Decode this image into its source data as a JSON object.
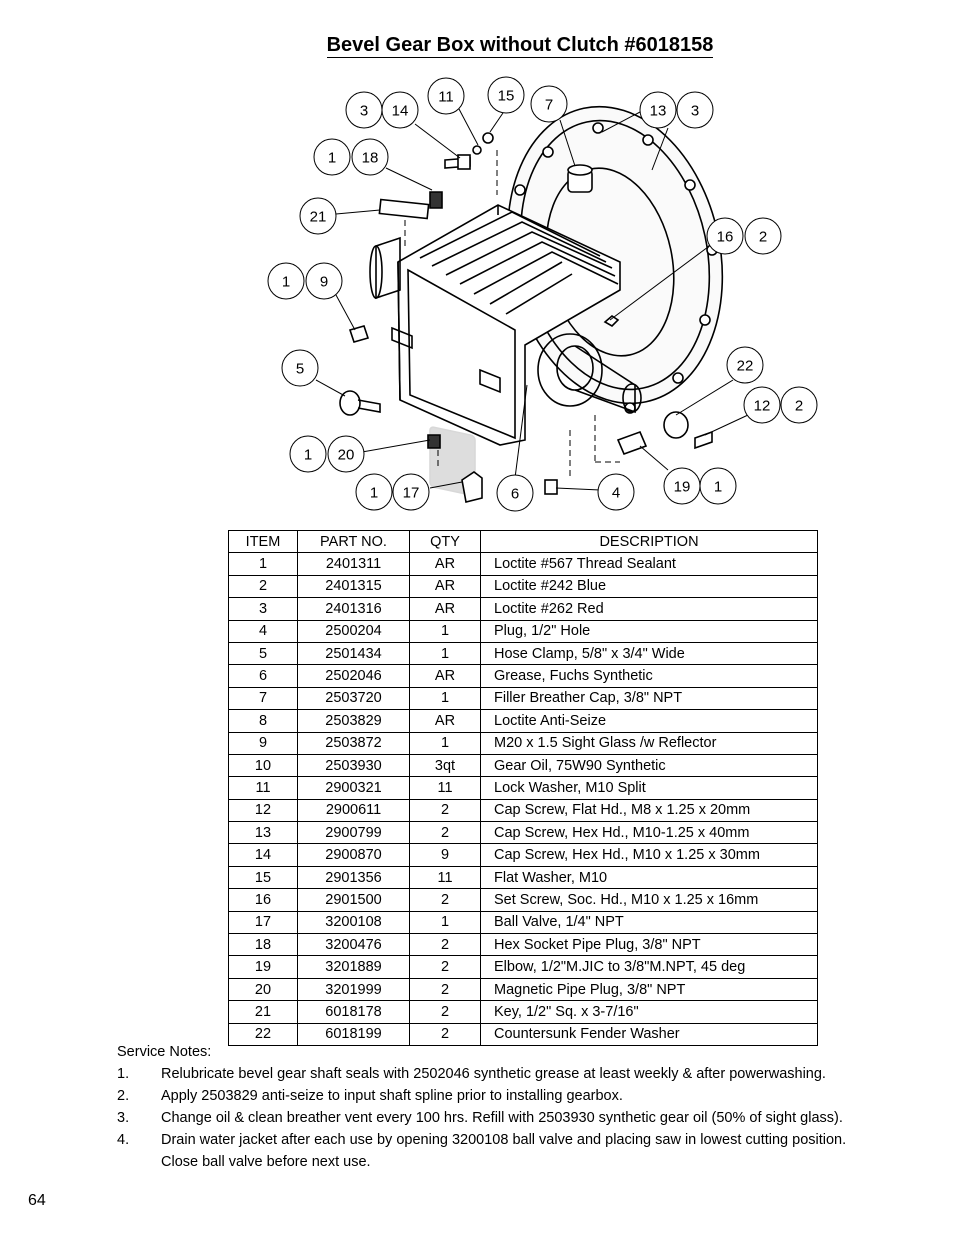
{
  "title": "Bevel Gear Box without Clutch #6018158",
  "callouts": [
    "3",
    "14",
    "11",
    "15",
    "7",
    "13",
    "3",
    "1",
    "18",
    "21",
    "16",
    "2",
    "1",
    "9",
    "5",
    "22",
    "12",
    "2",
    "1",
    "20",
    "1",
    "17",
    "6",
    "4",
    "19",
    "1"
  ],
  "table": {
    "headers": [
      "ITEM",
      "PART NO.",
      "QTY",
      "DESCRIPTION"
    ],
    "rows": [
      [
        "1",
        "2401311",
        "AR",
        "Loctite #567 Thread Sealant"
      ],
      [
        "2",
        "2401315",
        "AR",
        "Loctite #242 Blue"
      ],
      [
        "3",
        "2401316",
        "AR",
        "Loctite #262 Red"
      ],
      [
        "4",
        "2500204",
        "1",
        "Plug, 1/2\" Hole"
      ],
      [
        "5",
        "2501434",
        "1",
        "Hose Clamp, 5/8\" x 3/4\" Wide"
      ],
      [
        "6",
        "2502046",
        "AR",
        "Grease, Fuchs Synthetic"
      ],
      [
        "7",
        "2503720",
        "1",
        "Filler Breather Cap, 3/8\" NPT"
      ],
      [
        "8",
        "2503829",
        "AR",
        "Loctite Anti-Seize"
      ],
      [
        "9",
        "2503872",
        "1",
        "M20 x 1.5 Sight Glass /w Reflector"
      ],
      [
        "10",
        "2503930",
        "3qt",
        "Gear Oil, 75W90 Synthetic"
      ],
      [
        "11",
        "2900321",
        "11",
        "Lock Washer, M10 Split"
      ],
      [
        "12",
        "2900611",
        "2",
        "Cap Screw, Flat Hd., M8 x 1.25 x 20mm"
      ],
      [
        "13",
        "2900799",
        "2",
        "Cap Screw, Hex Hd., M10-1.25 x 40mm"
      ],
      [
        "14",
        "2900870",
        "9",
        "Cap Screw, Hex Hd., M10 x 1.25 x 30mm"
      ],
      [
        "15",
        "2901356",
        "11",
        "Flat Washer, M10"
      ],
      [
        "16",
        "2901500",
        "2",
        "Set Screw, Soc. Hd., M10 x 1.25 x 16mm"
      ],
      [
        "17",
        "3200108",
        "1",
        "Ball Valve, 1/4\" NPT"
      ],
      [
        "18",
        "3200476",
        "2",
        "Hex Socket Pipe Plug, 3/8\" NPT"
      ],
      [
        "19",
        "3201889",
        "2",
        "Elbow, 1/2\"M.JIC to 3/8\"M.NPT, 45 deg"
      ],
      [
        "20",
        "3201999",
        "2",
        "Magnetic Pipe Plug, 3/8\" NPT"
      ],
      [
        "21",
        "6018178",
        "2",
        "Key, 1/2\" Sq. x 3-7/16\""
      ],
      [
        "22",
        "6018199",
        "2",
        "Countersunk Fender Washer"
      ]
    ]
  },
  "notes": {
    "heading": "Service Notes:",
    "items": [
      {
        "num": "1.",
        "text": "Relubricate bevel gear shaft seals with 2502046 synthetic grease at least weekly & after powerwashing."
      },
      {
        "num": "2.",
        "text": "Apply 2503829 anti-seize to input shaft spline prior to installing gearbox."
      },
      {
        "num": "3.",
        "text": "Change oil & clean breather vent every 100 hrs.  Refill with 2503930 synthetic gear oil (50% of sight glass)."
      },
      {
        "num": "4.",
        "text": "Drain water jacket after each use by opening 3200108 ball valve and placing saw in lowest cutting position."
      },
      {
        "num": "",
        "text": "Close ball valve before next use."
      }
    ]
  },
  "page_number": "64"
}
